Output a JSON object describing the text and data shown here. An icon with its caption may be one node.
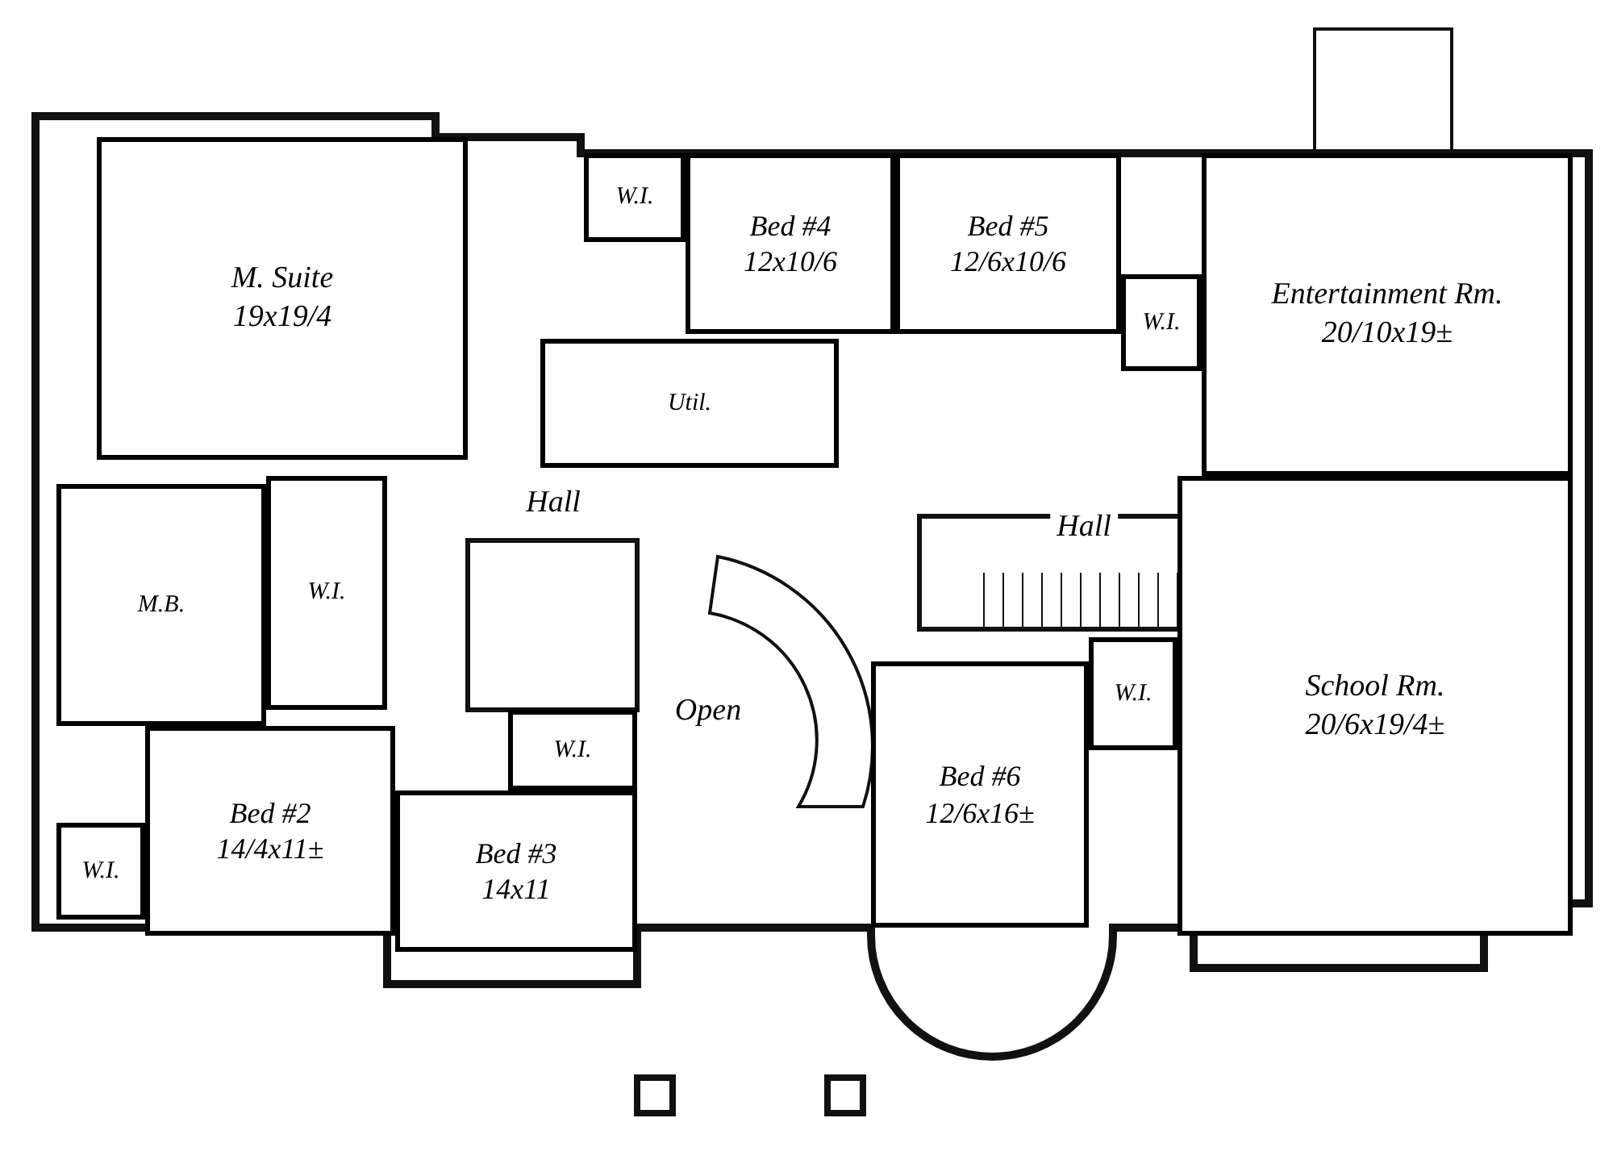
{
  "diagram": {
    "nodes": [
      {
        "text": [
          "M. Suite",
          "19x19/4"
        ]
      },
      {
        "text": [
          "W.I."
        ]
      },
      {
        "text": [
          "Bed #4",
          "12x10/6"
        ]
      },
      {
        "text": [
          "Bed #5",
          "12/6x10/6"
        ]
      },
      {
        "text": [
          "W.I."
        ]
      },
      {
        "text": [
          "Entertainment Rm.",
          "20/10x19±"
        ]
      },
      {
        "text": [
          "Util."
        ]
      },
      {
        "text": [
          "M.B."
        ]
      },
      {
        "text": [
          "W.I."
        ]
      },
      {
        "text": [
          "W.I."
        ]
      },
      {
        "text": [
          "Bed #6",
          "12/6x16±"
        ]
      },
      {
        "text": [
          "W.I."
        ]
      },
      {
        "text": [
          "School Rm.",
          "20/6x19/4±"
        ]
      },
      {
        "text": [
          "Bed #2",
          "14/4x11±"
        ]
      },
      {
        "text": [
          "Bed #3",
          "14x11"
        ]
      },
      {
        "text": [
          "W.I."
        ]
      }
    ],
    "labels": [
      "Hall",
      "Hall",
      "Open"
    ]
  }
}
